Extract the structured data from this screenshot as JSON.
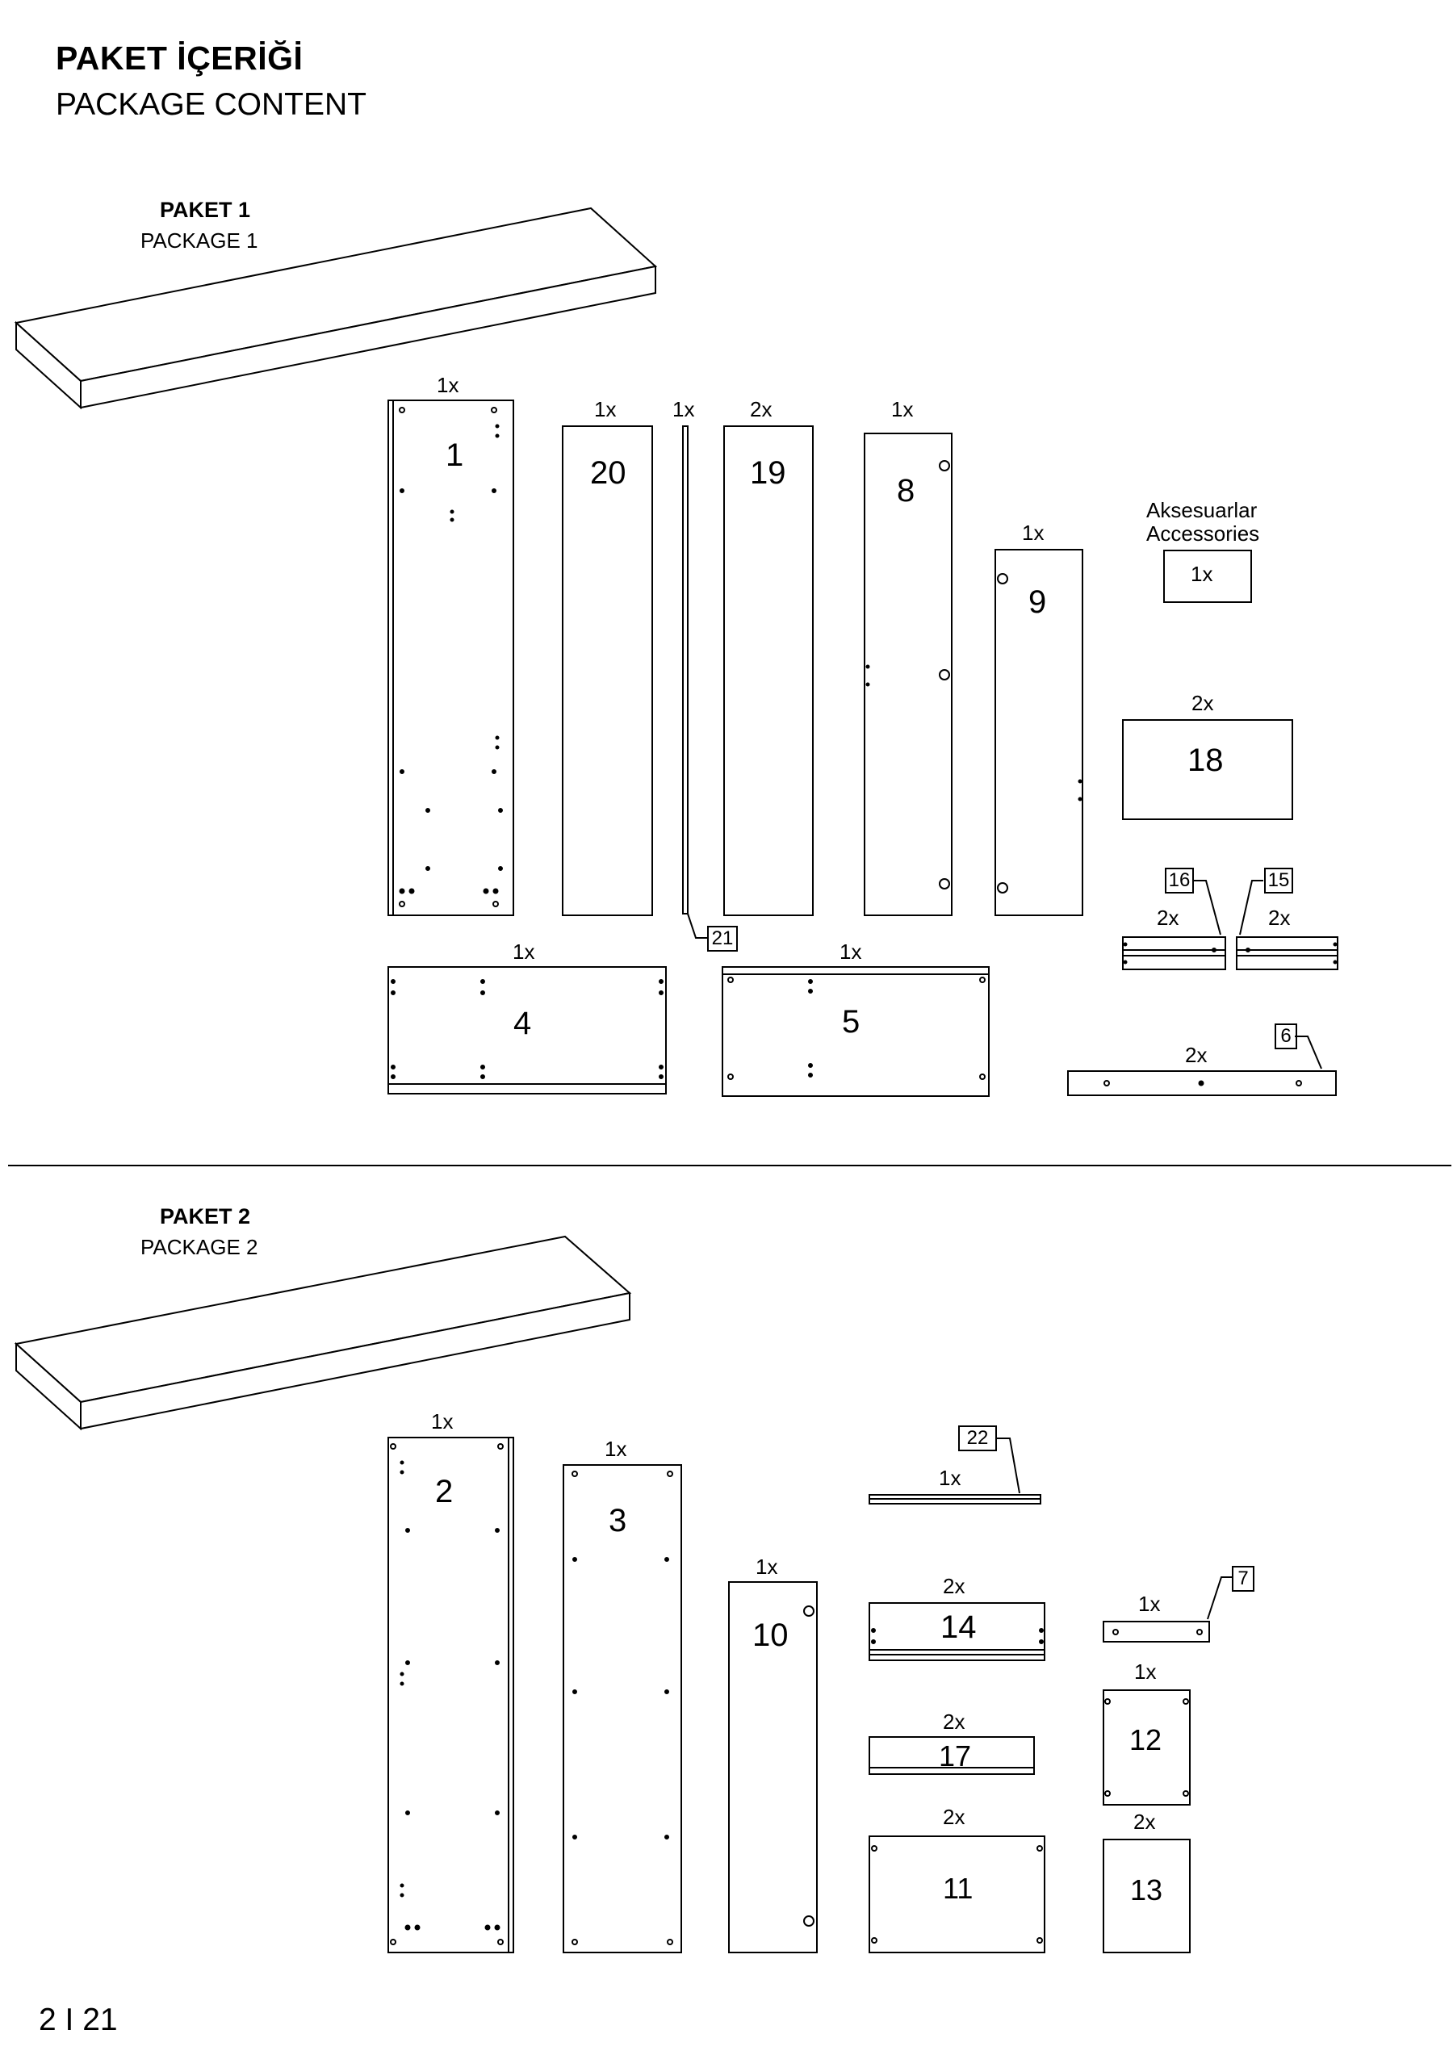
{
  "header": {
    "title_tr": "PAKET İÇERİĞİ",
    "title_en": "PACKAGE CONTENT"
  },
  "package1": {
    "label_tr": "PAKET 1",
    "label_en": "PACKAGE 1",
    "accessories_tr": "Aksesuarlar",
    "accessories_en": "Accessories",
    "parts": [
      {
        "id": "1",
        "qty": "1x"
      },
      {
        "id": "20",
        "qty": "1x"
      },
      {
        "id": "21",
        "qty": "1x"
      },
      {
        "id": "19",
        "qty": "2x"
      },
      {
        "id": "8",
        "qty": "1x"
      },
      {
        "id": "9",
        "qty": "1x"
      },
      {
        "id": "accessories",
        "qty": "1x"
      },
      {
        "id": "18",
        "qty": "2x"
      },
      {
        "id": "16",
        "qty": "2x"
      },
      {
        "id": "15",
        "qty": "2x"
      },
      {
        "id": "4",
        "qty": "1x"
      },
      {
        "id": "5",
        "qty": "1x"
      },
      {
        "id": "6",
        "qty": "2x"
      }
    ]
  },
  "package2": {
    "label_tr": "PAKET 2",
    "label_en": "PACKAGE 2",
    "parts": [
      {
        "id": "2",
        "qty": "1x"
      },
      {
        "id": "3",
        "qty": "1x"
      },
      {
        "id": "22",
        "qty": "1x"
      },
      {
        "id": "10",
        "qty": "1x"
      },
      {
        "id": "14",
        "qty": "2x"
      },
      {
        "id": "7",
        "qty": "1x"
      },
      {
        "id": "12",
        "qty": "1x"
      },
      {
        "id": "17",
        "qty": "2x"
      },
      {
        "id": "11",
        "qty": "2x"
      },
      {
        "id": "13",
        "qty": "2x"
      }
    ]
  },
  "footer": {
    "page": "2 I 21"
  }
}
